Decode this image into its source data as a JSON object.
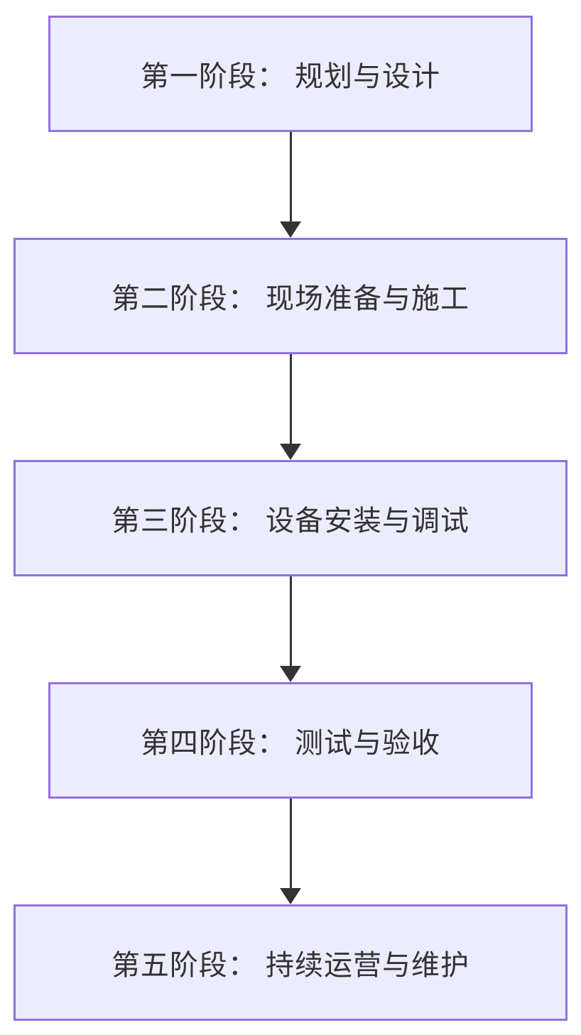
{
  "diagram": {
    "type": "flowchart",
    "direction": "top-down",
    "nodes": [
      {
        "id": "phase-1",
        "label": "第一阶段： 规划与设计"
      },
      {
        "id": "phase-2",
        "label": "第二阶段： 现场准备与施工"
      },
      {
        "id": "phase-3",
        "label": "第三阶段： 设备安装与调试"
      },
      {
        "id": "phase-4",
        "label": "第四阶段： 测试与验收"
      },
      {
        "id": "phase-5",
        "label": "第五阶段： 持续运营与维护"
      }
    ],
    "edges": [
      {
        "from": "phase-1",
        "to": "phase-2"
      },
      {
        "from": "phase-2",
        "to": "phase-3"
      },
      {
        "from": "phase-3",
        "to": "phase-4"
      },
      {
        "from": "phase-4",
        "to": "phase-5"
      }
    ],
    "colors": {
      "node_fill": "#ECECFF",
      "node_border": "#9370DB",
      "text": "#333333",
      "arrow": "#333333",
      "background": "#FFFFFF"
    }
  }
}
